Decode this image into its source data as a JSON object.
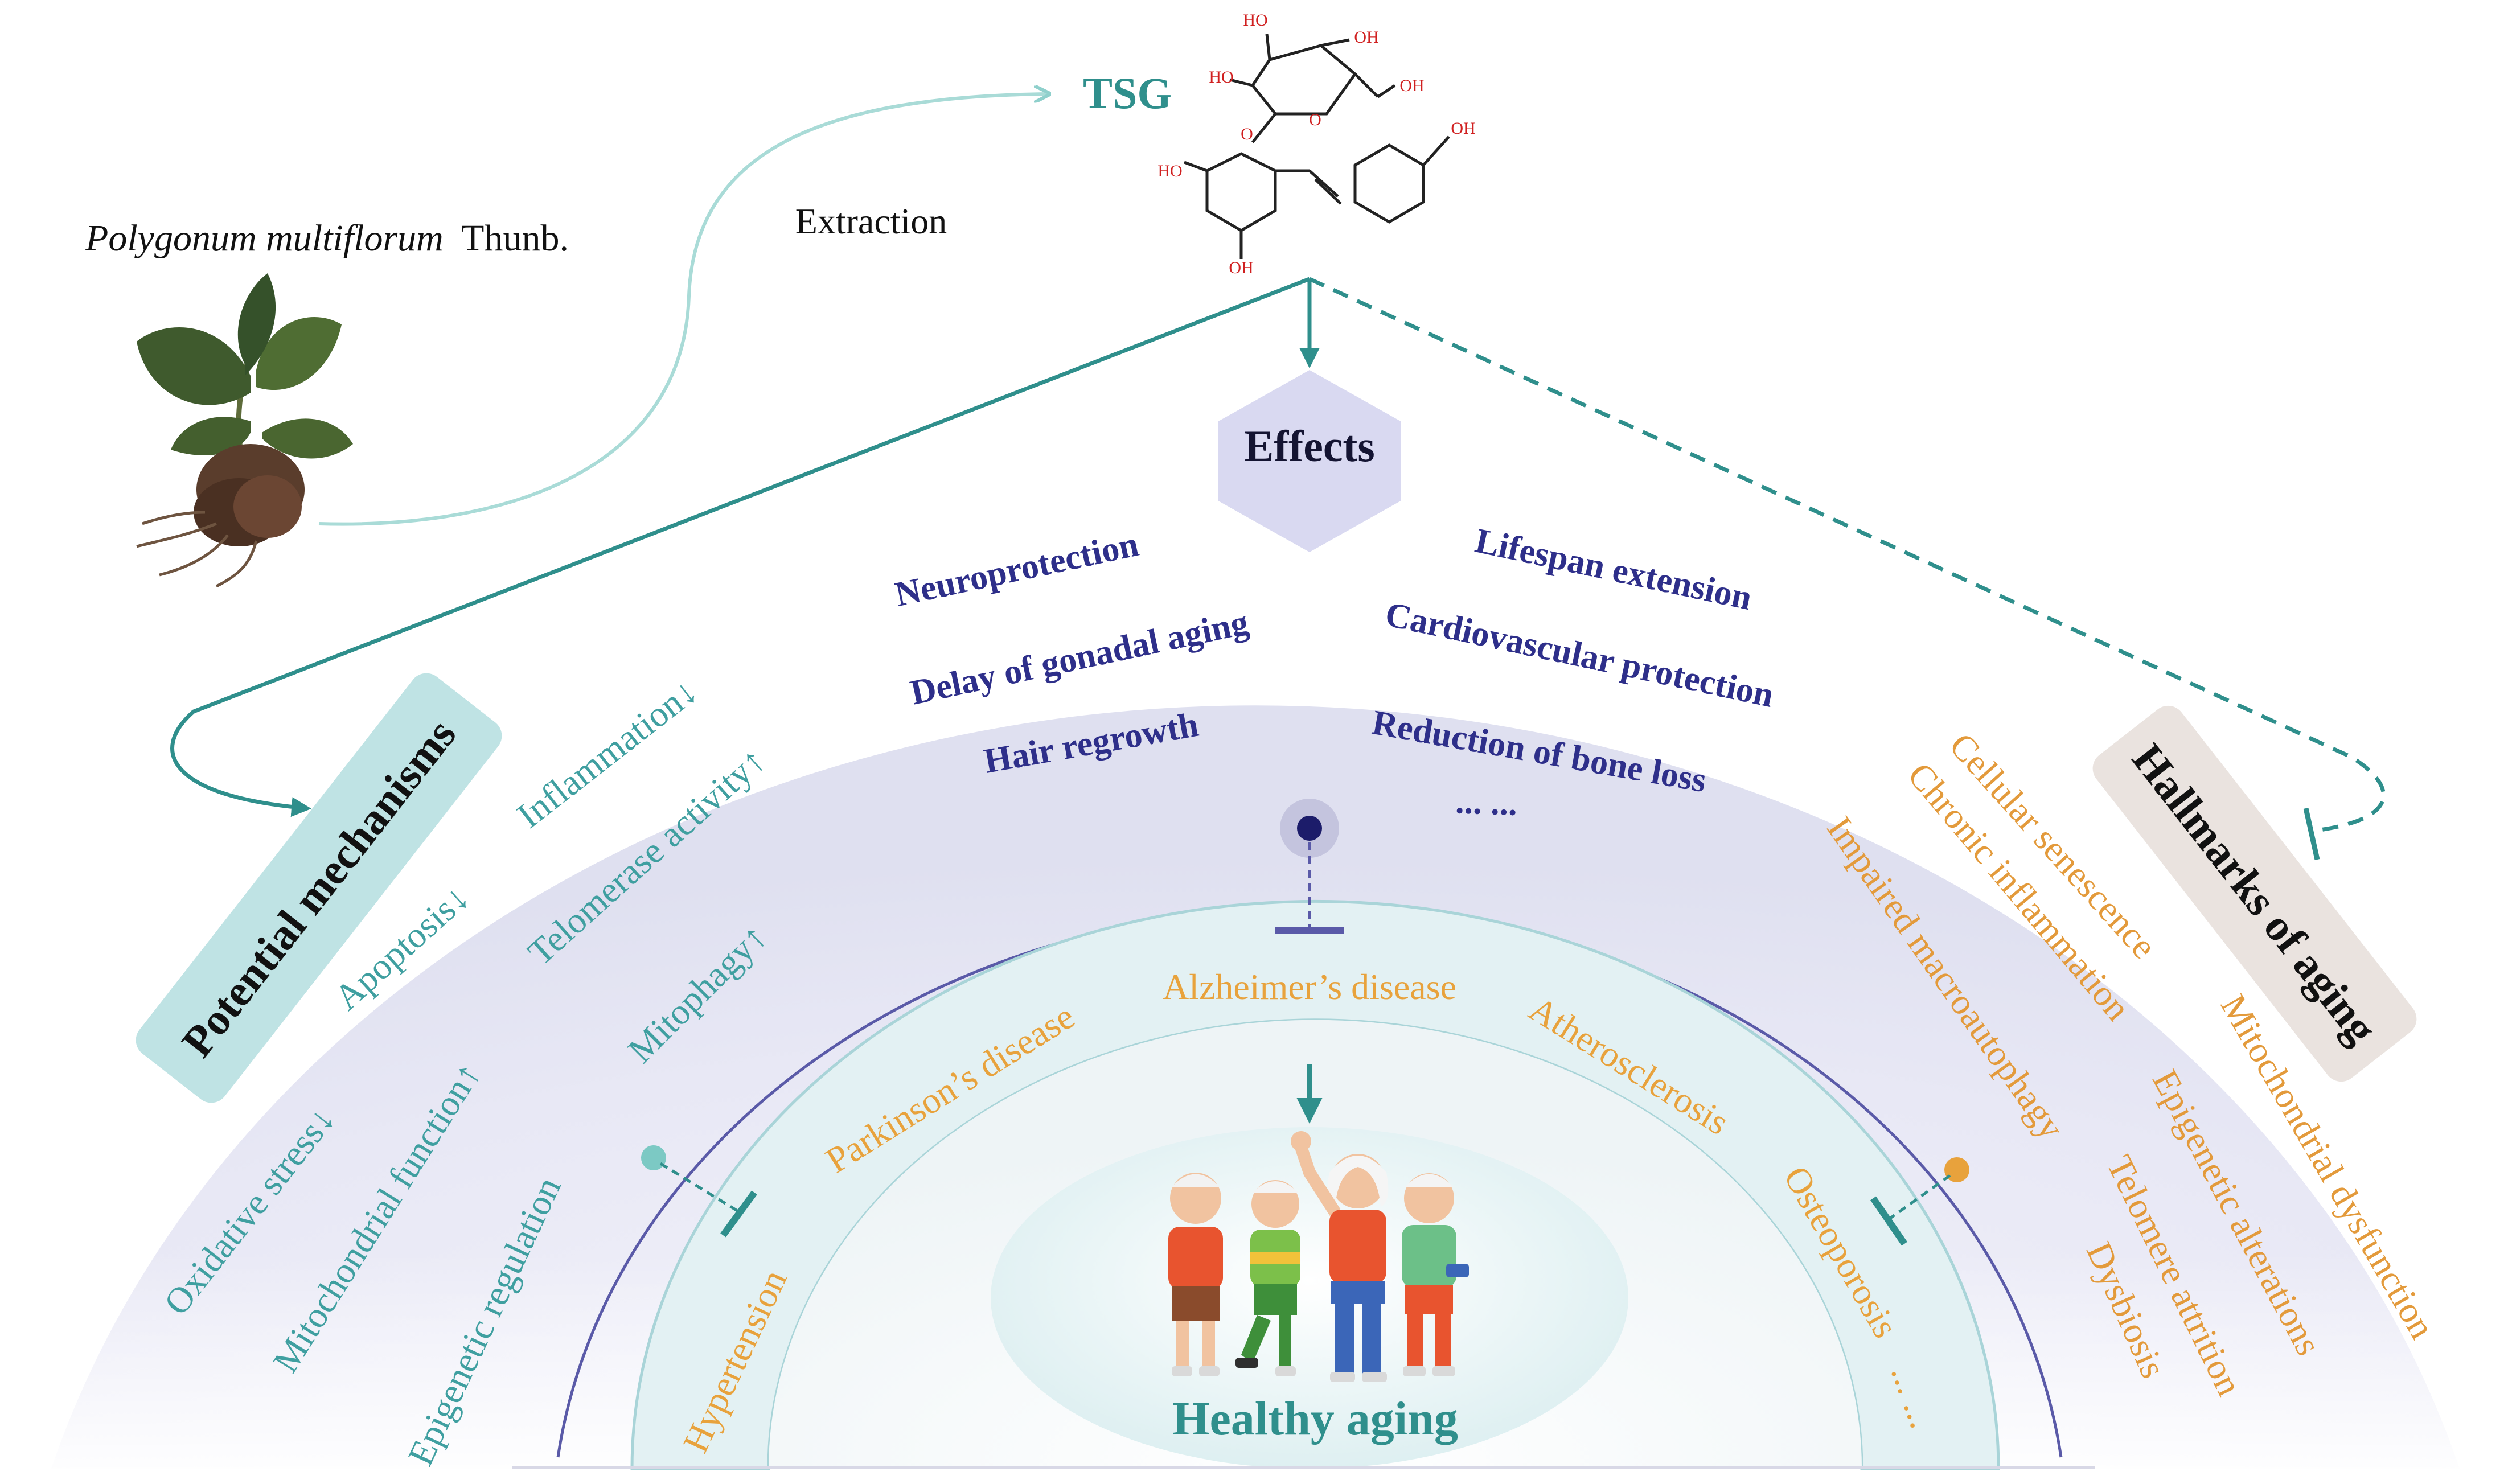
{
  "source": {
    "species": "Polygonum multiflorum",
    "author": "Thunb."
  },
  "extraction_label": "Extraction",
  "compound": {
    "name": "TSG",
    "atoms": {
      "ho": "HO",
      "oh": "OH",
      "o": "O"
    }
  },
  "effects": {
    "title": "Effects",
    "items": [
      "Neuroprotection",
      "Delay of gonadal aging",
      "Hair regrowth",
      "Lifespan extension",
      "Cardiovascular protection",
      "Reduction of bone loss",
      "... ..."
    ]
  },
  "mechanisms": {
    "title": "Potential mechanisms",
    "items": [
      "Inflammation↓",
      "Apoptosis↓",
      "Oxidative stress↓",
      "Telomerase activity↑",
      "Mitochondrial function↑",
      "Mitophagy↑",
      "Epigenetic regulation"
    ]
  },
  "hallmarks": {
    "title": "Hallmarks of aging",
    "items": [
      "Cellular senescence",
      "Chronic inflammation",
      "Impaired macroautophagy",
      "Mitochondrial dysfunction",
      "Epigenetic alterations",
      "Telomere attrition",
      "Dysbiosis"
    ]
  },
  "diseases": {
    "items": [
      "Hypertension",
      "Parkinson’s disease",
      "Alzheimer’s disease",
      "Atherosclerosis",
      "Osteoporosis",
      "... ..."
    ]
  },
  "outcome": {
    "title": "Healthy aging"
  },
  "colors": {
    "teal": "#2f8f8c",
    "effects_text": "#2e2f8a",
    "mechanisms_text": "#3f9fa0",
    "hallmarks_text": "#e39a3b",
    "disease_text": "#e8a23c",
    "outer_arc": "#5a5aa8"
  },
  "icons": [
    "plant-root-illustration",
    "chemical-structure",
    "elderly-people-group"
  ]
}
